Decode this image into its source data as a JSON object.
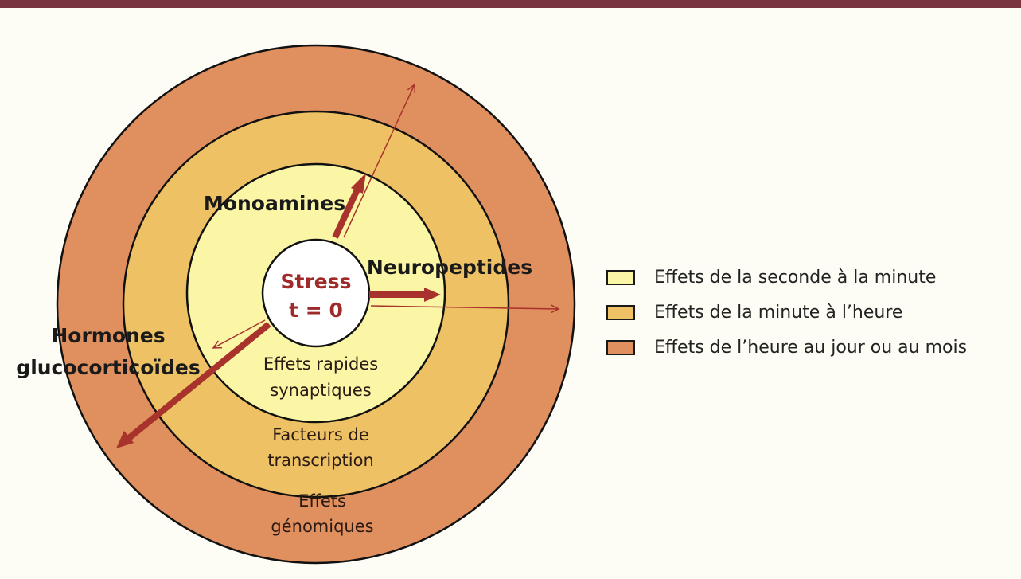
{
  "colors": {
    "inner": "#fbf6a6",
    "middle": "#eec264",
    "outer": "#e08f5e",
    "arrow": "#a8322c",
    "topbar": "#7a3640"
  },
  "center": {
    "line1": "Stress",
    "line2": "t = 0"
  },
  "arrow_labels": {
    "monoamines": "Monoamines",
    "neuropeptides": "Neuropeptides",
    "hormones_line1": "Hormones",
    "hormones_line2": "glucocorticoïdes"
  },
  "rings": {
    "inner": {
      "line1": "Effets rapides",
      "line2": "synaptiques"
    },
    "middle": {
      "line1": "Facteurs de",
      "line2": "transcription"
    },
    "outer": {
      "line1": "Effets",
      "line2": "génomiques"
    }
  },
  "legend": [
    {
      "label": "Effets de la seconde à la minute",
      "color": "#fbf6a6"
    },
    {
      "label": "Effets de la minute à l’heure",
      "color": "#eec264"
    },
    {
      "label": "Effets de l’heure au jour ou au mois",
      "color": "#e08f5e"
    }
  ]
}
